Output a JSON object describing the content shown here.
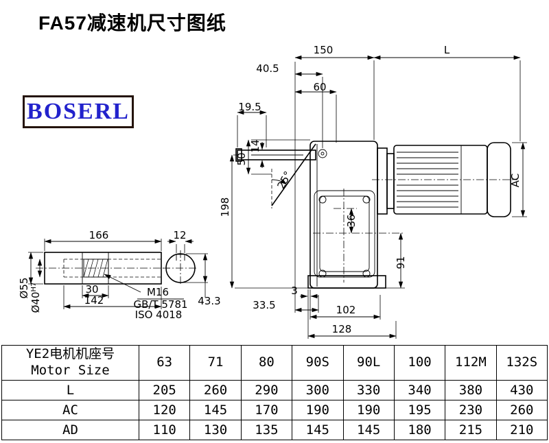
{
  "page": {
    "title": "FA57减速机尺寸图纸",
    "logo": "BOSERL"
  },
  "dims": {
    "d150": "150",
    "dL": "L",
    "d40_5": "40.5",
    "d60": "60",
    "d19_5": "19.5",
    "d14": "14",
    "d50": "50",
    "d25": "25°",
    "d198": "198",
    "dAC": "AC",
    "d36": "36",
    "d91": "91",
    "d3": "3",
    "d33_5": "33.5",
    "d102": "102",
    "d128": "128",
    "d166": "166",
    "d12": "12",
    "d30": "30",
    "d142": "142",
    "d55": "Ø55",
    "d40": "Ø40",
    "h7": "H7",
    "m16": "M16",
    "gbt": "GB/T 5781",
    "iso": "ISO 4018",
    "d43_3": "43.3"
  },
  "table": {
    "header": {
      "line1": "YE2电机机座号",
      "line2": "Motor Size"
    },
    "columns": [
      "63",
      "71",
      "80",
      "90S",
      "90L",
      "100",
      "112M",
      "132S"
    ],
    "rows": [
      {
        "label": "L",
        "values": [
          "205",
          "260",
          "290",
          "300",
          "330",
          "340",
          "380",
          "430"
        ]
      },
      {
        "label": "AC",
        "values": [
          "120",
          "145",
          "170",
          "190",
          "190",
          "195",
          "230",
          "260"
        ]
      },
      {
        "label": "AD",
        "values": [
          "110",
          "130",
          "135",
          "145",
          "145",
          "180",
          "215",
          "210"
        ]
      }
    ]
  }
}
